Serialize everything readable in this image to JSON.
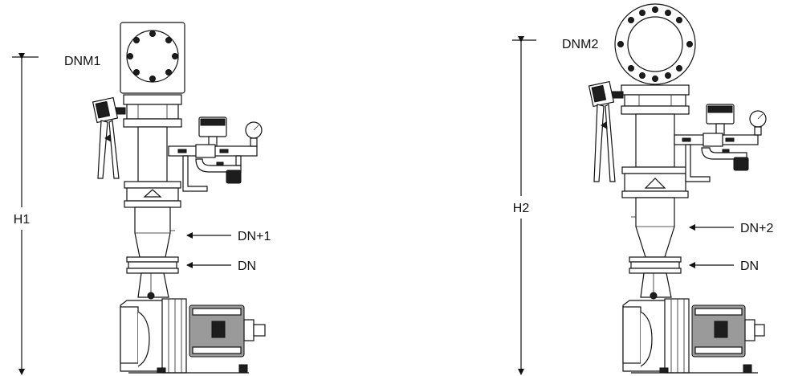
{
  "left_drawing": {
    "height_label": "H1",
    "outlet_label": "DNM1",
    "reducer_label": "DN+1",
    "pump_label": "DN"
  },
  "right_drawing": {
    "height_label": "H2",
    "outlet_label": "DNM2",
    "reducer_label": "DN+2",
    "pump_label": "DN"
  },
  "colors": {
    "line": "#111111",
    "background": "#ffffff",
    "dark_fill": "#1d1d1d"
  }
}
